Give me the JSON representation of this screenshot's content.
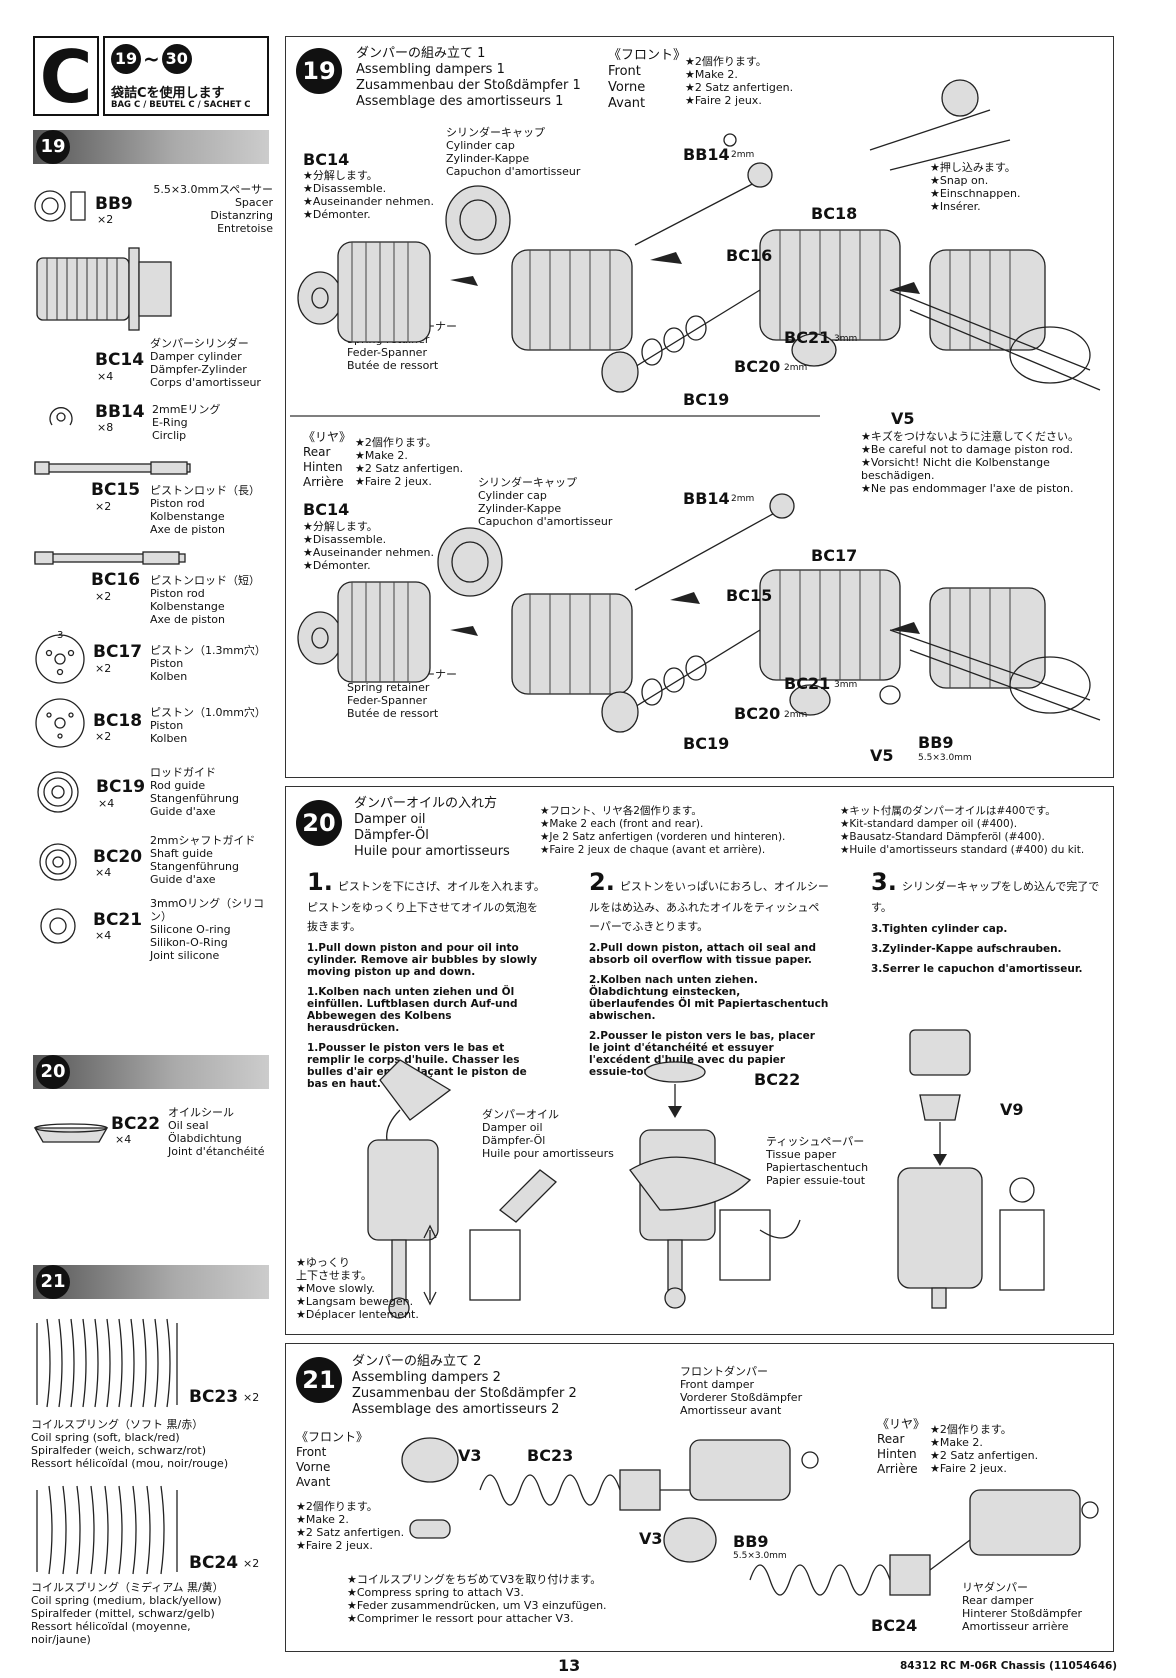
{
  "bag": {
    "letter": "C",
    "range_from": "19",
    "range_sep": "~",
    "range_to": "30",
    "jp": "袋詰Cを使用します",
    "en": "BAG C / BEUTEL C / SACHET C"
  },
  "sidebar": {
    "step19": "19",
    "step20": "20",
    "step21": "21",
    "parts": [
      {
        "code": "BB9",
        "qty": "×2",
        "lines": "5.5×3.0mmスペーサー\nSpacer\nDistanzring\nEntretoise"
      },
      {
        "code": "BC14",
        "qty": "×4",
        "lines": "ダンパーシリンダー\nDamper cylinder\nDämpfer-Zylinder\nCorps d'amortisseur"
      },
      {
        "code": "BB14",
        "qty": "×8",
        "lines": "2mmEリング\nE-Ring\nCirclip"
      },
      {
        "code": "BC15",
        "qty": "×2",
        "lines": "ピストンロッド（長）\nPiston rod\nKolbenstange\nAxe de piston"
      },
      {
        "code": "BC16",
        "qty": "×2",
        "lines": "ピストンロッド（短）\nPiston rod\nKolbenstange\nAxe de piston"
      },
      {
        "code": "BC17",
        "qty": "×2",
        "lines": "ピストン（1.3mm穴）\nPiston\nKolben",
        "hole": "3"
      },
      {
        "code": "BC18",
        "qty": "×2",
        "lines": "ピストン（1.0mm穴）\nPiston\nKolben"
      },
      {
        "code": "BC19",
        "qty": "×4",
        "lines": "ロッドガイド\nRod guide\nStangenführung\nGuide d'axe"
      },
      {
        "code": "BC20",
        "qty": "×4",
        "lines": "2mmシャフトガイド\nShaft guide\nStangenführung\nGuide d'axe"
      },
      {
        "code": "BC21",
        "qty": "×4",
        "lines": "3mmOリング（シリコン）\nSilicone O-ring\nSilikon-O-Ring\nJoint silicone"
      },
      {
        "code": "BC22",
        "qty": "×4",
        "lines": "オイルシール\nOil seal\nÖlabdichtung\nJoint d'étanchéité"
      },
      {
        "code": "BC23",
        "qty": "×2",
        "lines": "コイルスプリング（ソフト 黒/赤）\nCoil spring (soft, black/red)\nSpiralfeder (weich, schwarz/rot)\nRessort hélicoïdal (mou, noir/rouge)"
      },
      {
        "code": "BC24",
        "qty": "×2",
        "lines": "コイルスプリング（ミディアム 黒/黄）\nCoil spring (medium, black/yellow)\nSpiralfeder (mittel, schwarz/gelb)\nRessort hélicoïdal (moyenne,\nnoir/jaune)"
      }
    ]
  },
  "step19": {
    "num": "19",
    "title": "ダンパーの組み立て 1\nAssembling dampers 1\nZusammenbau der Stoßdämpfer 1\nAssemblage des amortisseurs 1",
    "front_label": "《フロント》\nFront\nVorne\nAvant",
    "front_make": "★2個作ります。\n★Make 2.\n★2 Satz anfertigen.\n★Faire 2 jeux.",
    "rear_label": "《リヤ》\nRear\nHinten\nArrière",
    "rear_make": "★2個作ります。\n★Make 2.\n★2 Satz anfertigen.\n★Faire 2 jeux.",
    "bc14_note": "★分解します。\n★Disassemble.\n★Auseinander nehmen.\n★Démonter.",
    "cap_label": "シリンダーキャップ\nCylinder cap\nZylinder-Kappe\nCapuchon d'amortisseur",
    "retainer_label": "スプリングリテーナー\nSpring retainer\nFeder-Spanner\nButée de ressort",
    "snap_note": "★押し込みます。\n★Snap on.\n★Einschnappen.\n★Insérer.",
    "careful_note": "★キズをつけないように注意してください。\n★Be careful not to damage piston rod.\n★Vorsicht! Nicht die Kolbenstange beschädigen.\n★Ne pas endommager l'axe de piston.",
    "callouts": {
      "bc14": "BC14",
      "bb14": "BB14",
      "mm2": "2mm",
      "bc18": "BC18",
      "bc16": "BC16",
      "bc21": "BC21",
      "mm3": "3mm",
      "bc20": "BC20",
      "bc19": "BC19",
      "v5": "V5",
      "bc17": "BC17",
      "bc15": "BC15",
      "bb9": "BB9",
      "bb9_size": "5.5×3.0mm"
    }
  },
  "step20": {
    "num": "20",
    "title": "ダンパーオイルの入れ方\nDamper oil\nDämpfer-Öl\nHuile pour amortisseurs",
    "note_mid": "★フロント、リヤ各2個作ります。\n★Make 2 each (front and rear).\n★Je 2 Satz anfertigen (vorderen und hinteren).\n★Faire 2 jeux de chaque (avant et arrière).",
    "note_right": "★キット付属のダンパーオイルは#400です。\n★Kit-standard damper oil (#400).\n★Bausatz-Standard Dämpferöl (#400).\n★Huile d'amortisseurs standard (#400) du kit.",
    "step1_num": "1.",
    "step1_jp": "ピストンを下にさげ、オイルを入れます。ピストンをゆっくり上下させてオイルの気泡を抜きます。",
    "step1_en": "1.Pull down piston and pour oil into cylinder. Remove air bubbles by slowly moving piston up and down.",
    "step1_de": "1.Kolben nach unten ziehen und Öl einfüllen. Luftblasen durch Auf-und Abbewegen des Kolbens herausdrücken.",
    "step1_fr": "1.Pousser le piston vers le bas et remplir le corps d'huile. Chasser les bulles d'air en déplaçant le piston de bas en haut.",
    "step2_num": "2.",
    "step2_jp": "ピストンをいっぱいにおろし、オイルシールをはめ込み、あふれたオイルをティッシュペーパーでふきとります。",
    "step2_en": "2.Pull down piston, attach oil seal and absorb oil overflow with tissue paper.",
    "step2_de": "2.Kolben nach unten ziehen. Ölabdichtung einstecken, überlaufendes Öl mit Papiertaschentuch abwischen.",
    "step2_fr": "2.Pousser le piston vers le bas, placer le joint d'étanchéité et essuyer l'excédent d'huile avec du papier essuie-tout.",
    "step3_num": "3.",
    "step3_jp": "シリンダーキャップをしめ込んで完了です。",
    "step3_en": "3.Tighten cylinder cap.",
    "step3_de": "3.Zylinder-Kappe aufschrauben.",
    "step3_fr": "3.Serrer le capuchon d'amortisseur.",
    "oil_label": "ダンパーオイル\nDamper oil\nDämpfer-Öl\nHuile pour amortisseurs",
    "tissue_label": "ティッシュペーパー\nTissue paper\nPapiertaschentuch\nPapier essuie-tout",
    "slow_note": "★ゆっくり\n上下させます。\n★Move slowly.\n★Langsam bewegen.\n★Déplacer lentement.",
    "bc22": "BC22",
    "v9": "V9"
  },
  "step21": {
    "num": "21",
    "title": "ダンパーの組み立て 2\nAssembling dampers 2\nZusammenbau der Stoßdämpfer 2\nAssemblage des amortisseurs 2",
    "front_label": "《フロント》\nFront\nVorne\nAvant",
    "front_make": "★2個作ります。\n★Make 2.\n★2 Satz anfertigen.\n★Faire 2 jeux.",
    "front_damper": "フロントダンパー\nFront damper\nVorderer Stoßdämpfer\nAmortisseur avant",
    "rear_label": "《リヤ》\nRear\nHinten\nArrière",
    "rear_make": "★2個作ります。\n★Make 2.\n★2 Satz anfertigen.\n★Faire 2 jeux.",
    "rear_damper": "リヤダンパー\nRear damper\nHinterer Stoßdämpfer\nAmortisseur arrière",
    "compress_note": "★コイルスプリングをちぢめてV3を取り付けます。\n★Compress spring to attach V3.\n★Feder zusammendrücken, um V3 einzufügen.\n★Comprimer le ressort pour attacher V3.",
    "callouts": {
      "v3a": "V3",
      "bc23": "BC23",
      "v3b": "V3",
      "bb9": "BB9",
      "bb9_size": "5.5×3.0mm",
      "bc24": "BC24"
    }
  },
  "footer": {
    "page": "13",
    "ref": "84312 RC M-06R Chassis (11054646)"
  }
}
